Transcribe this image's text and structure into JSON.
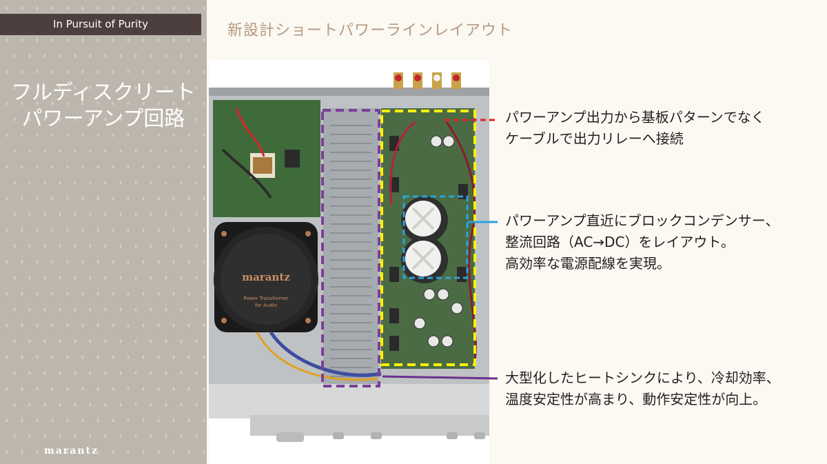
{
  "sidebar": {
    "tag": "In Pursuit of Purity",
    "heading_line1": "フルディスクリート",
    "heading_line2": "パワーアンプ回路",
    "logo": "marantz"
  },
  "page_title": "新設計ショートパワーラインレイアウト",
  "photo": {
    "transformer_brand": "marantz",
    "transformer_label_line1": "Power Transformer",
    "transformer_label_line2": "for Audio"
  },
  "callouts": [
    {
      "line1": "パワーアンプ出力から基板パターンでなく",
      "line2": "ケーブルで出力リレーへ接続",
      "color": "#e41f26"
    },
    {
      "line1": "パワーアンプ直近にブロックコンデンサー、",
      "line2": "整流回路（AC→DC）をレイアウト。",
      "line3": "高効率な電源配線を実現。",
      "color": "#2aa3dc"
    },
    {
      "line1": "大型化したヒートシンクにより、冷却効率、",
      "line2": "温度安定性が高まり、動作安定性が向上。",
      "color": "#6b2f8e"
    }
  ],
  "highlight_colors": {
    "power_amp": "#fff200",
    "heatsink": "#7d3f98",
    "capacitor": "#2aa3dc",
    "output_cable": "#e41f26"
  }
}
